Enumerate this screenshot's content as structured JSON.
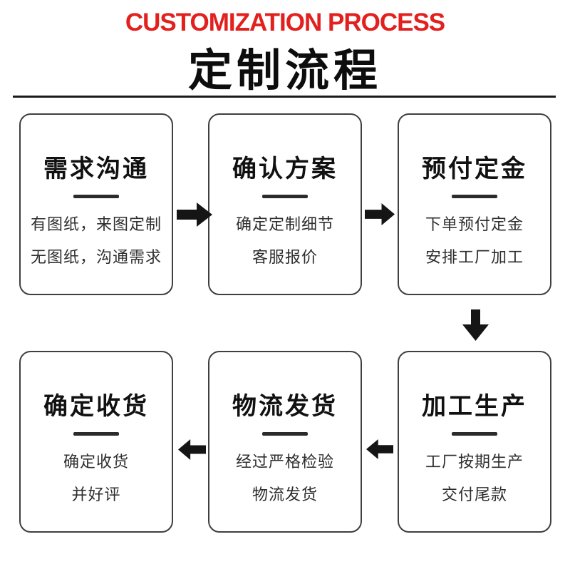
{
  "header": {
    "title_en": "CUSTOMIZATION PROCESS",
    "title_zh": "定制流程"
  },
  "steps": [
    {
      "order": 1,
      "title": "需求沟通",
      "lines": [
        "有图纸，来图定制",
        "无图纸，沟通需求"
      ]
    },
    {
      "order": 2,
      "title": "确认方案",
      "lines": [
        "确定定制细节",
        "客服报价"
      ]
    },
    {
      "order": 3,
      "title": "预付定金",
      "lines": [
        "下单预付定金",
        "安排工厂加工"
      ]
    },
    {
      "order": 4,
      "title": "加工生产",
      "lines": [
        "工厂按期生产",
        "交付尾款"
      ]
    },
    {
      "order": 5,
      "title": "物流发货",
      "lines": [
        "经过严格检验",
        "物流发货"
      ]
    },
    {
      "order": 6,
      "title": "确定收货",
      "lines": [
        "确定收货",
        "并好评"
      ]
    }
  ],
  "icons": {
    "flow_arrows": [
      "arrow-right-icon",
      "arrow-right-icon",
      "arrow-down-icon",
      "arrow-left-icon",
      "arrow-left-icon"
    ]
  },
  "colors": {
    "accent_red": "#e2201e",
    "title_black": "#111111",
    "body_text": "#2e2e2e",
    "box_border": "#3f3f3f",
    "arrow_black": "#151515",
    "background": "#ffffff"
  }
}
